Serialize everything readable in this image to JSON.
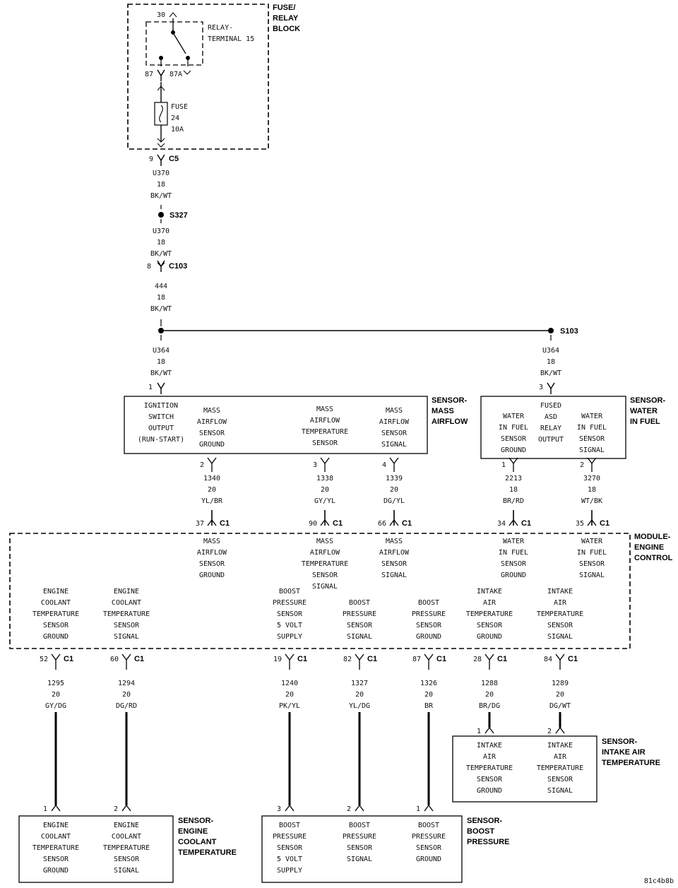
{
  "fuse_block": {
    "title": [
      "FUSE/",
      "RELAY",
      "BLOCK"
    ],
    "relay_label": [
      "RELAY-",
      "TERMINAL 15"
    ],
    "pin_30": "30",
    "pin_87": "87",
    "pin_87a": "87A",
    "fuse_label": [
      "FUSE",
      "24",
      "10A"
    ]
  },
  "upper_wires": {
    "c5": {
      "pin": "9",
      "name": "C5"
    },
    "wire1": [
      "U370",
      "18",
      "BK/WT"
    ],
    "s327": "S327",
    "wire2": [
      "U370",
      "18",
      "BK/WT"
    ],
    "c103": {
      "pin": "8",
      "name": "C103"
    },
    "wire3": [
      "444",
      "18",
      "BK/WT"
    ],
    "s103": "S103",
    "wire4": [
      "U364",
      "18",
      "BK/WT"
    ],
    "wire5": [
      "U364",
      "18",
      "BK/WT"
    ],
    "pin_maf_1": "1",
    "pin_wif_3": "3"
  },
  "sensor_maf": {
    "title": [
      "SENSOR-",
      "MASS",
      "AIRFLOW"
    ],
    "col1": [
      "IGNITION",
      "SWITCH",
      "OUTPUT",
      "(RUN-START)"
    ],
    "col2": [
      "MASS",
      "AIRFLOW",
      "SENSOR",
      "GROUND"
    ],
    "col3": [
      "MASS",
      "AIRFLOW",
      "TEMPERATURE",
      "SENSOR"
    ],
    "col4": [
      "MASS",
      "AIRFLOW",
      "SENSOR",
      "SIGNAL"
    ]
  },
  "sensor_wif": {
    "title": [
      "SENSOR-",
      "WATER",
      "IN FUEL"
    ],
    "col1": [
      "WATER",
      "IN FUEL",
      "SENSOR",
      "GROUND"
    ],
    "col2": [
      "FUSED",
      "ASD",
      "RELAY",
      "OUTPUT"
    ],
    "col3": [
      "WATER",
      "IN FUEL",
      "SENSOR",
      "SIGNAL"
    ]
  },
  "mid_wires": [
    {
      "pin_top": "2",
      "wire": [
        "1340",
        "20",
        "YL/BR"
      ],
      "pin_c1": "37",
      "conn": "C1"
    },
    {
      "pin_top": "3",
      "wire": [
        "1338",
        "20",
        "GY/YL"
      ],
      "pin_c1": "90",
      "conn": "C1"
    },
    {
      "pin_top": "4",
      "wire": [
        "1339",
        "20",
        "DG/YL"
      ],
      "pin_c1": "66",
      "conn": "C1"
    },
    {
      "pin_top": "1",
      "wire": [
        "2213",
        "18",
        "BR/RD"
      ],
      "pin_c1": "34",
      "conn": "C1"
    },
    {
      "pin_top": "2",
      "wire": [
        "3270",
        "18",
        "WT/BK"
      ],
      "pin_c1": "35",
      "conn": "C1"
    }
  ],
  "ecm": {
    "title": [
      "MODULE-",
      "ENGINE",
      "CONTROL"
    ],
    "top_labels": [
      [
        "MASS",
        "AIRFLOW",
        "SENSOR",
        "GROUND"
      ],
      [
        "MASS",
        "AIRFLOW",
        "TEMPERATURE",
        "SENSOR",
        "SIGNAL"
      ],
      [
        "MASS",
        "AIRFLOW",
        "SENSOR",
        "SIGNAL"
      ],
      [
        "WATER",
        "IN FUEL",
        "SENSOR",
        "GROUND"
      ],
      [
        "WATER",
        "IN FUEL",
        "SENSOR",
        "SIGNAL"
      ]
    ],
    "bottom_labels": [
      [
        "ENGINE",
        "COOLANT",
        "TEMPERATURE",
        "SENSOR",
        "GROUND"
      ],
      [
        "ENGINE",
        "COOLANT",
        "TEMPERATURE",
        "SENSOR",
        "SIGNAL"
      ],
      [
        "BOOST",
        "PRESSURE",
        "SENSOR",
        "5 VOLT",
        "SUPPLY"
      ],
      [
        "BOOST",
        "PRESSURE",
        "SENSOR",
        "SIGNAL"
      ],
      [
        "BOOST",
        "PRESSURE",
        "SENSOR",
        "GROUND"
      ],
      [
        "INTAKE",
        "AIR",
        "TEMPERATURE",
        "SENSOR",
        "GROUND"
      ],
      [
        "INTAKE",
        "AIR",
        "TEMPERATURE",
        "SENSOR",
        "SIGNAL"
      ]
    ]
  },
  "low_wires": [
    {
      "pin_c1": "52",
      "conn": "C1",
      "wire": [
        "1295",
        "20",
        "GY/DG"
      ],
      "pin_bottom": "1"
    },
    {
      "pin_c1": "60",
      "conn": "C1",
      "wire": [
        "1294",
        "20",
        "DG/RD"
      ],
      "pin_bottom": "2"
    },
    {
      "pin_c1": "19",
      "conn": "C1",
      "wire": [
        "1240",
        "20",
        "PK/YL"
      ],
      "pin_bottom": "3"
    },
    {
      "pin_c1": "82",
      "conn": "C1",
      "wire": [
        "1327",
        "20",
        "YL/DG"
      ],
      "pin_bottom": "2"
    },
    {
      "pin_c1": "87",
      "conn": "C1",
      "wire": [
        "1326",
        "20",
        "BR"
      ],
      "pin_bottom": "1"
    },
    {
      "pin_c1": "28",
      "conn": "C1",
      "wire": [
        "1288",
        "20",
        "BR/DG"
      ],
      "pin_bottom": "1"
    },
    {
      "pin_c1": "84",
      "conn": "C1",
      "wire": [
        "1289",
        "20",
        "DG/WT"
      ],
      "pin_bottom": "2"
    }
  ],
  "sensor_iat": {
    "title": [
      "SENSOR-",
      "INTAKE AIR",
      "TEMPERATURE"
    ],
    "col1": [
      "INTAKE",
      "AIR",
      "TEMPERATURE",
      "SENSOR",
      "GROUND"
    ],
    "col2": [
      "INTAKE",
      "AIR",
      "TEMPERATURE",
      "SENSOR",
      "SIGNAL"
    ]
  },
  "sensor_ect": {
    "title": [
      "SENSOR-",
      "ENGINE",
      "COOLANT",
      "TEMPERATURE"
    ],
    "col1": [
      "ENGINE",
      "COOLANT",
      "TEMPERATURE",
      "SENSOR",
      "GROUND"
    ],
    "col2": [
      "ENGINE",
      "COOLANT",
      "TEMPERATURE",
      "SENSOR",
      "SIGNAL"
    ]
  },
  "sensor_boost": {
    "title": [
      "SENSOR-",
      "BOOST",
      "PRESSURE"
    ],
    "col1": [
      "BOOST",
      "PRESSURE",
      "SENSOR",
      "5 VOLT",
      "SUPPLY"
    ],
    "col2": [
      "BOOST",
      "PRESSURE",
      "SENSOR",
      "SIGNAL"
    ],
    "col3": [
      "BOOST",
      "PRESSURE",
      "SENSOR",
      "GROUND"
    ]
  },
  "footer_code": "81c4b8b"
}
